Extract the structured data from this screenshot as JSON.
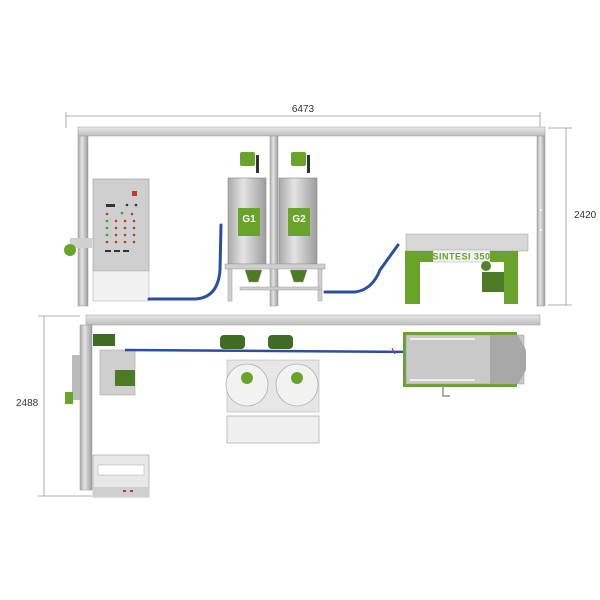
{
  "dimensions": {
    "overall_width": "6473",
    "elevation_height": "2420",
    "plan_depth": "2488"
  },
  "tanks": {
    "tank_1_label": "G1",
    "tank_2_label": "G2"
  },
  "machine": {
    "name_plate": "SINTESI 350"
  },
  "colors": {
    "machine_green": "#6aa329",
    "steel_grey": "#c8c8c8",
    "hose_blue": "#2a4fa0"
  }
}
